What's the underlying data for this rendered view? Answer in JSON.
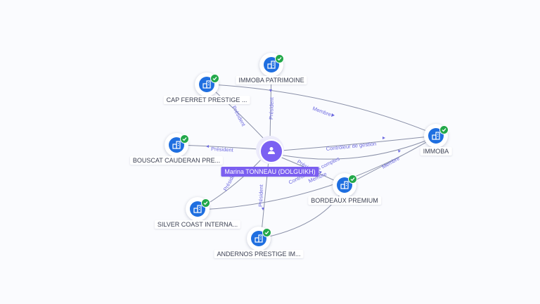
{
  "person": {
    "name": "Marina TONNEAU (DOLGUIKH)",
    "icon": "user-icon"
  },
  "companies": {
    "immoba_patrimoine": {
      "name": "IMMOBA PATRIMOINE",
      "icon": "company-icon",
      "status": "verified"
    },
    "cap_ferret": {
      "name": "CAP FERRET PRESTIGE ...",
      "icon": "company-icon",
      "status": "verified"
    },
    "bouscat": {
      "name": "BOUSCAT CAUDERAN PRE...",
      "icon": "company-icon",
      "status": "verified"
    },
    "silver_coast": {
      "name": "SILVER COAST INTERNA...",
      "icon": "company-icon",
      "status": "verified"
    },
    "andernos": {
      "name": "ANDERNOS PRESTIGE IM...",
      "icon": "company-icon",
      "status": "verified"
    },
    "bordeaux_premium": {
      "name": "BORDEAUX PREMIUM",
      "icon": "company-icon",
      "status": "verified"
    },
    "immoba": {
      "name": "IMMOBA",
      "icon": "company-icon",
      "status": "verified"
    }
  },
  "edges": {
    "president_immoba_patrimoine": "Président",
    "president_cap_ferret": "Président",
    "president_bouscat": "Président",
    "president_silver_coast": "Président",
    "president_andernos": "Président",
    "president_bordeaux": "Président",
    "controleur_gestion": "Contrôleur de gestion",
    "controleur_comptes": "Contrôleur des comptes",
    "membre_cap_ferret": "Membre",
    "membre_bordeaux": "Membre",
    "membre_person": "Membre"
  },
  "colors": {
    "company": "#1f6fe0",
    "person": "#7b61f2",
    "verified": "#22a84a",
    "edge": "#8a90a8",
    "edge_label": "#6d6ae0"
  }
}
